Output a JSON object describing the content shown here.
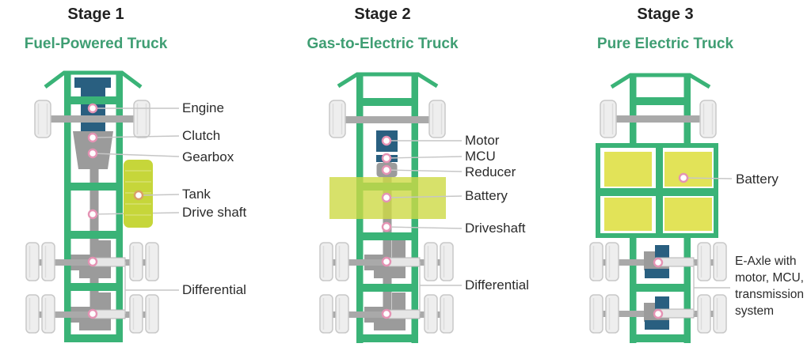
{
  "figure": {
    "description": "Three-stage truck electrification comparison diagram"
  },
  "colors": {
    "frame_green": "#3ab377",
    "heading_green": "#3f9e73",
    "stage_text": "#222222",
    "component_blue": "#295f80",
    "component_gray": "#9b9b9b",
    "tank_yellow": "#c6d63a",
    "battery_yellow": "#cdd945",
    "battery_cell_yellow": "#e2e358",
    "wheel_gray": "#eeeeee",
    "leader_gray": "#c6c6c6",
    "marker_ring_pink": "#e593b4",
    "marker_ring_orange": "#d9a066",
    "label_text": "#2b2b2b"
  },
  "stages": [
    {
      "stage_label": "Stage 1",
      "title": "Fuel-Powered Truck",
      "labels": {
        "engine": "Engine",
        "clutch": "Clutch",
        "gearbox": "Gearbox",
        "tank": "Tank",
        "drive_shaft": "Drive shaft",
        "differential": "Differential"
      }
    },
    {
      "stage_label": "Stage 2",
      "title": "Gas-to-Electric Truck",
      "labels": {
        "motor": "Motor",
        "mcu": "MCU",
        "reducer": "Reducer",
        "battery": "Battery",
        "driveshaft": "Driveshaft",
        "differential": "Differential"
      }
    },
    {
      "stage_label": "Stage 3",
      "title": "Pure Electric Truck",
      "labels": {
        "battery": "Battery",
        "e_axle": "E-Axle with motor, MCU, transmission system"
      }
    }
  ]
}
